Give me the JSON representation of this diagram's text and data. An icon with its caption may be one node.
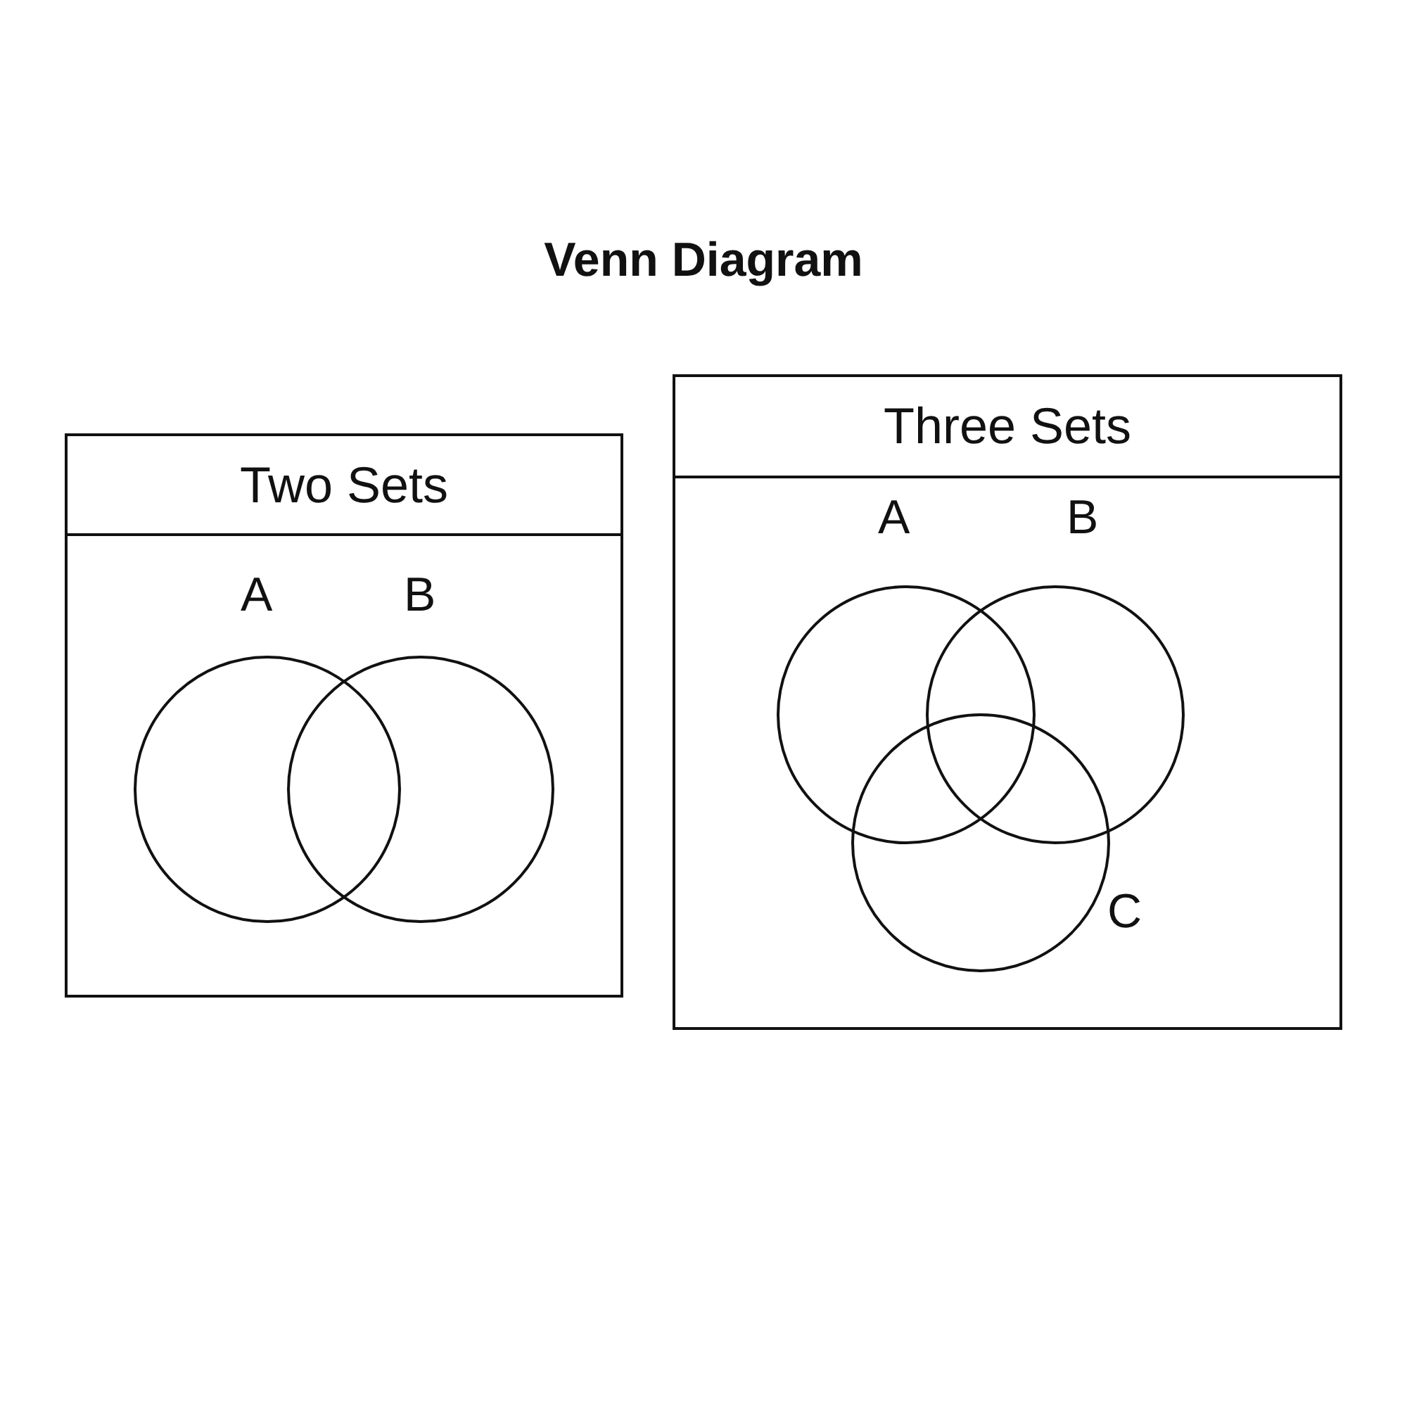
{
  "diagram": {
    "title": "Venn Diagram",
    "nodes": [
      {
        "text": [
          "Two Sets"
        ]
      },
      {
        "text": [],
        "shape": "circle",
        "in": 0,
        "beside": [
          "A"
        ]
      },
      {
        "text": [],
        "shape": "circle",
        "in": 0,
        "beside": [
          "B"
        ]
      },
      {
        "text": [
          "Three Sets"
        ]
      },
      {
        "text": [],
        "shape": "circle",
        "in": 3,
        "beside": [
          "A"
        ]
      },
      {
        "text": [],
        "shape": "circle",
        "in": 3,
        "beside": [
          "B"
        ]
      },
      {
        "text": [],
        "shape": "circle",
        "in": 3,
        "beside": [
          "C"
        ]
      }
    ]
  }
}
